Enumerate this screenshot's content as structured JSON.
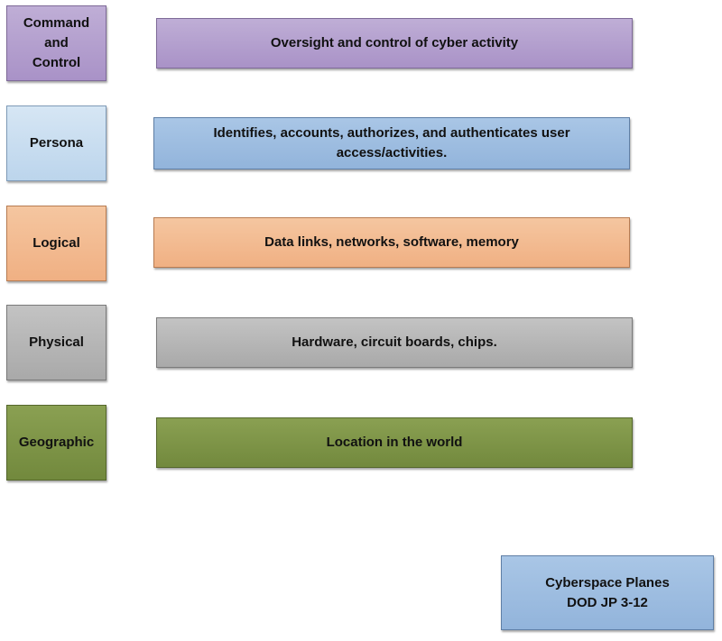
{
  "planes": [
    {
      "name": "Command and Control",
      "name_lines": [
        "Command",
        "and",
        "Control"
      ],
      "description": "Oversight and control of cyber activity",
      "color": "#b09acb"
    },
    {
      "name": "Persona",
      "description": "Identifies, accounts, authorizes, and authenticates user access/activities.",
      "description_lines": [
        "Identifies, accounts, authorizes, and authenticates user",
        "access/activities."
      ],
      "color": "#9bbbe0"
    },
    {
      "name": "Logical",
      "description": "Data links, networks, software, memory",
      "color": "#f2b98d"
    },
    {
      "name": "Physical",
      "description": "Hardware, circuit boards, chips.",
      "color": "#b6b6b6"
    },
    {
      "name": "Geographic",
      "description": "Location in the world",
      "color": "#7e9548"
    }
  ],
  "source": {
    "line1": "Cyberspace Planes",
    "line2": "DOD JP 3-12"
  }
}
